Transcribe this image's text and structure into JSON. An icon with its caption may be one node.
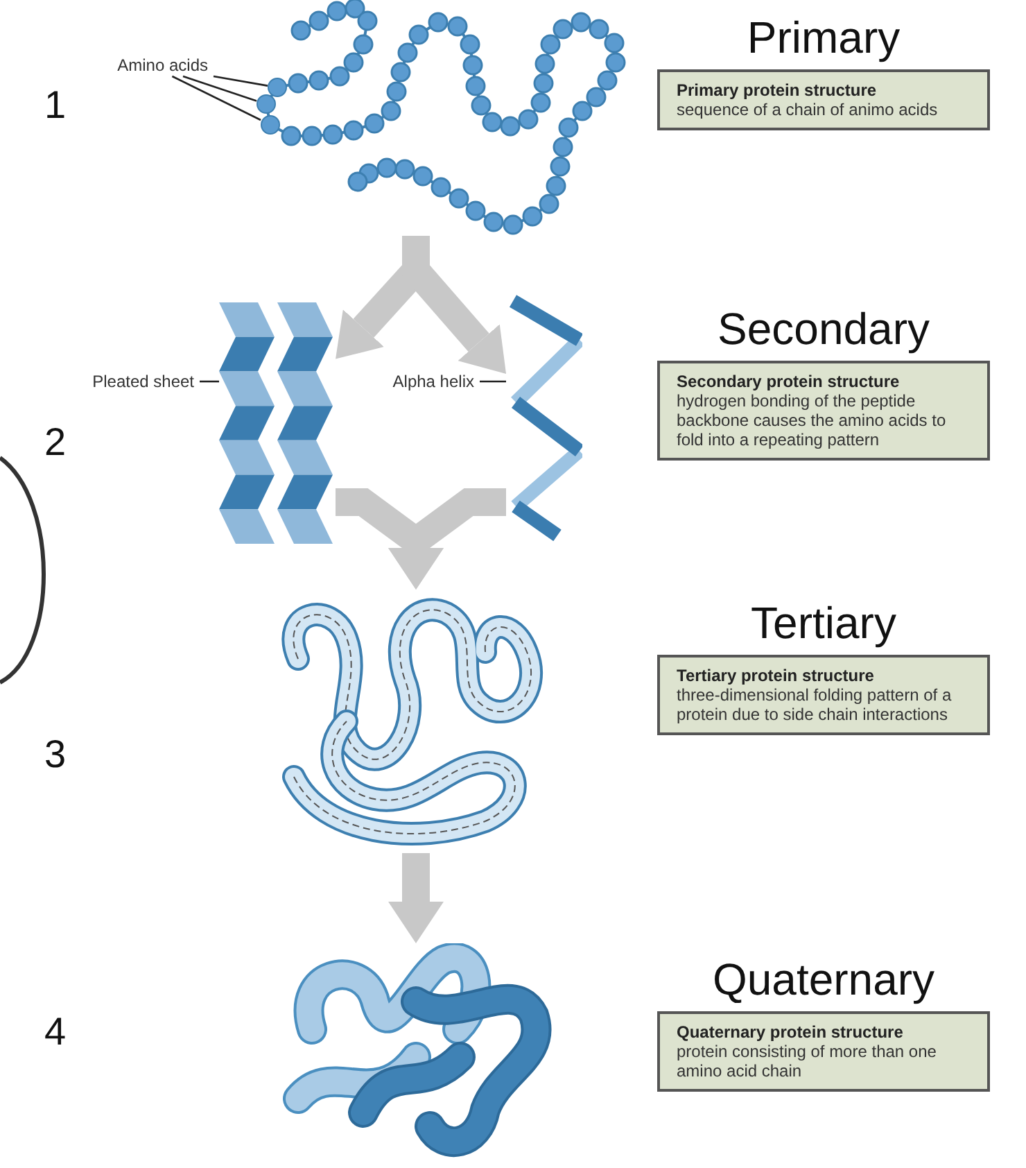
{
  "diagram": {
    "nodes": [
      {
        "text": [],
        "shape": "picture"
      },
      {
        "text": [],
        "shape": "circle",
        "in": 0
      },
      {
        "text": [],
        "shape": "circle",
        "in": 0
      },
      {
        "text": [],
        "shape": "circle",
        "in": 0
      },
      {
        "text": [
          "Amino acids"
        ]
      },
      {
        "text": [],
        "shape": "picture"
      },
      {
        "text": [
          "Pleated sheet"
        ]
      },
      {
        "text": [
          "Alpha helix"
        ]
      },
      {
        "text": [],
        "shape": "picture"
      },
      {
        "text": [],
        "shape": "picture"
      },
      {
        "text": [],
        "shape": "picture"
      },
      {
        "text": [
          "Primary",
          "Primary protein structure",
          "sequence of a chain of animo acids"
        ]
      },
      {
        "text": [
          "Secondary",
          "Secondary protein structure",
          "hydrogen bonding of the peptide backbone causes the amino acids to fold into a repeating pattern"
        ]
      },
      {
        "text": [
          "Tertiary",
          "Tertiary protein structure",
          "three-dimensional folding pattern of a protein due to side chain interactions"
        ]
      },
      {
        "text": [
          "Quaternary",
          "Quaternary protein structure",
          "protein consisting of more than one amino acid chain"
        ]
      }
    ],
    "edges": [
      {
        "from": 4,
        "to": 1,
        "arrow": "none"
      },
      {
        "from": 4,
        "to": 2,
        "arrow": "none"
      },
      {
        "from": 4,
        "to": 3,
        "arrow": "none"
      },
      {
        "from": 6,
        "to": 5,
        "arrow": "none"
      },
      {
        "from": 7,
        "to": 8,
        "arrow": "none"
      },
      {
        "from": 0,
        "to": 5,
        "arrow": "to",
        "style": "thick",
        "color": "#c8c8c8"
      },
      {
        "from": 0,
        "to": 8,
        "arrow": "to",
        "style": "thick",
        "color": "#c8c8c8"
      },
      {
        "from": 5,
        "to": 9,
        "arrow": "to",
        "style": "thick",
        "color": "#c8c8c8"
      },
      {
        "from": 8,
        "to": 9,
        "arrow": "to",
        "style": "thick",
        "color": "#c8c8c8"
      },
      {
        "from": 9,
        "to": 10,
        "arrow": "to",
        "style": "thick",
        "color": "#c8c8c8"
      }
    ],
    "labels": [
      "1",
      "2",
      "3",
      "4"
    ]
  }
}
